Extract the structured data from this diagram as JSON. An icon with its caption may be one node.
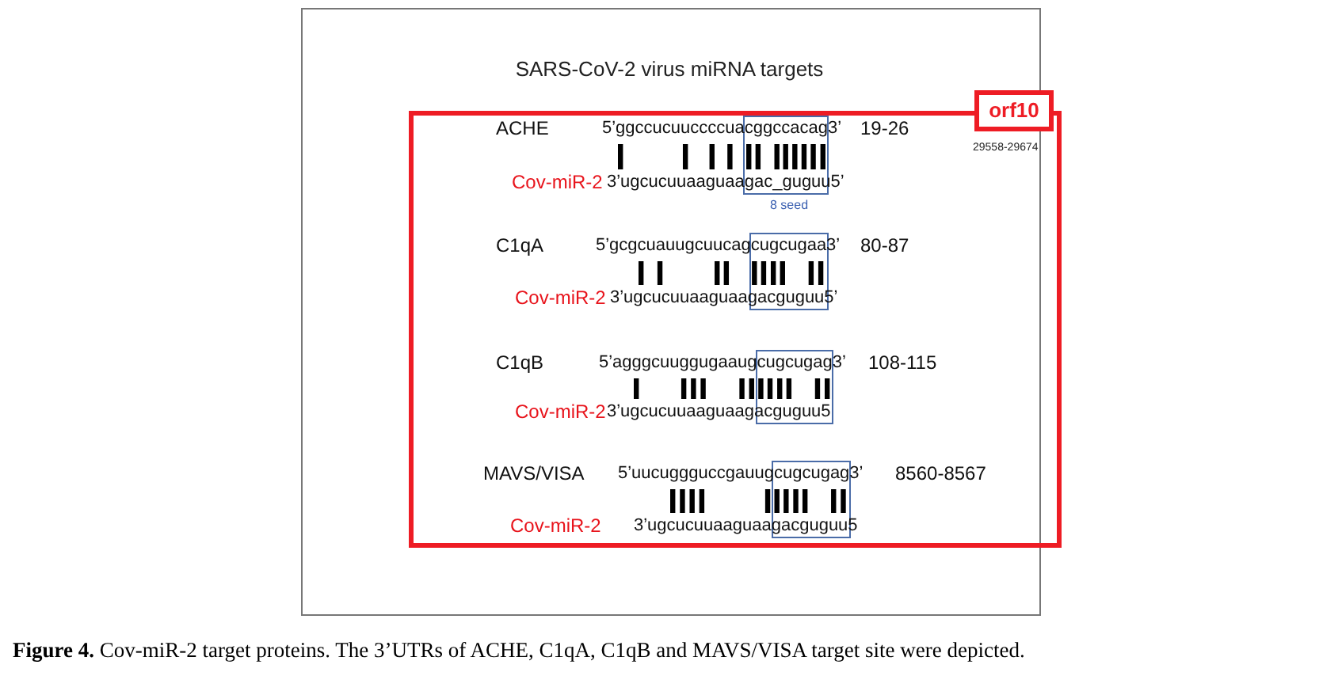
{
  "diagram": {
    "title": "SARS-CoV-2 virus miRNA targets",
    "caption": "**Figure 4.** Cov-miR-2 target proteins. The 3’UTRs of ACHE, C1qA, C1qB and MAVS/VISA target site were depicted.",
    "nodes": [
      {
        "text": [],
        "shape": "box"
      },
      {
        "text": [
          "orf10"
        ]
      }
    ],
    "labels": [
      "ACHE",
      "5’ggccucuuccccuacggccacag3’",
      "19-26",
      "29558-29674",
      "Cov-miR-2",
      "3’ugcucuuaaguaagac_guguu5’",
      "8 seed",
      "C1qA",
      "5’gcgcuauugcuucagcugcugaa3’",
      "80-87",
      "Cov-miR-2",
      "3’ugcucuuaaguaagacguguu5’",
      "C1qB",
      "5’agggcuuggugaaugcugcugag3’",
      "108-115",
      "Cov-miR-2",
      "3’ugcucuuaaguaagacguguu5",
      "MAVS/VISA",
      "5’uucuggguccgauugcugcugag3’",
      "8560-8567",
      "Cov-miR-2",
      "3’ugcucuuaaguaagacguguu5"
    ]
  }
}
